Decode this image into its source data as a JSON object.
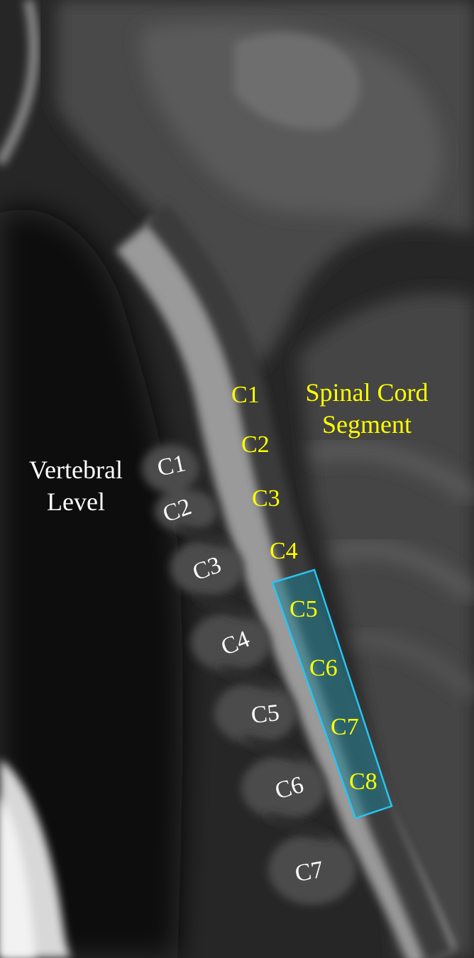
{
  "headings": {
    "spinal_cord_segment": [
      "Spinal Cord",
      "Segment"
    ],
    "vertebral_level": [
      "Vertebral",
      "Level"
    ]
  },
  "cord_segments": [
    "C1",
    "C2",
    "C3",
    "C4",
    "C5",
    "C6",
    "C7",
    "C8"
  ],
  "vertebral_levels": [
    "C1",
    "C2",
    "C3",
    "C4",
    "C5",
    "C6",
    "C7"
  ],
  "highlighted_segments": [
    "C5",
    "C6",
    "C7",
    "C8"
  ],
  "colors": {
    "segment_label": "#ffff00",
    "vertebral_label": "#ffffff",
    "highlight_outline": "#29c4f0",
    "highlight_fill": "#1f7f93"
  }
}
